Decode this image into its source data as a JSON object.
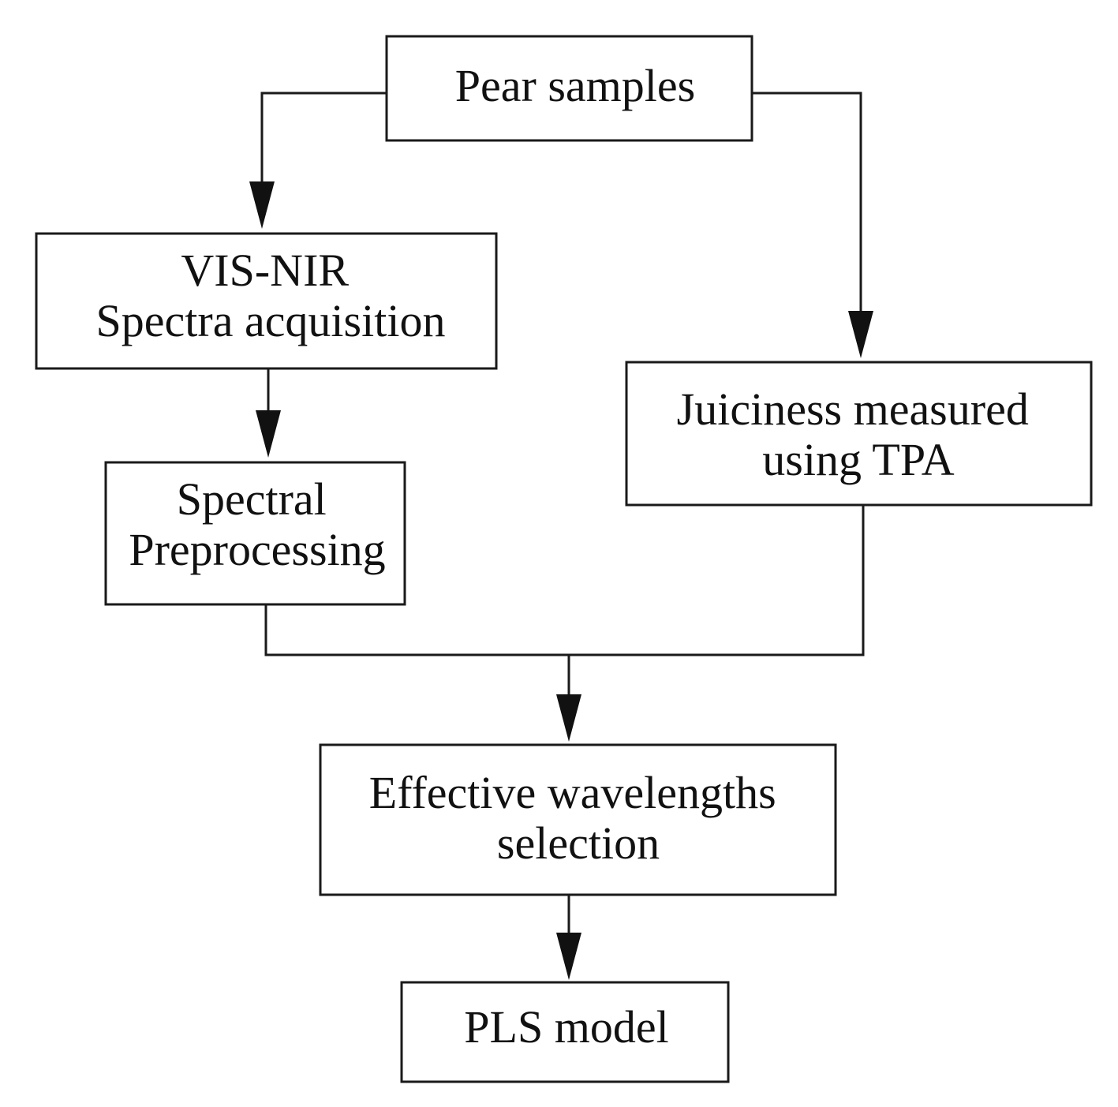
{
  "nodes": {
    "pear_samples": {
      "lines": [
        "Pear samples"
      ]
    },
    "spectra_acquisition": {
      "lines": [
        "VIS-NIR",
        "Spectra acquisition"
      ]
    },
    "spectral_preprocessing": {
      "lines": [
        "Spectral",
        "Preprocessing"
      ]
    },
    "juiciness": {
      "lines": [
        "Juiciness measured",
        "using TPA"
      ]
    },
    "wavelength_selection": {
      "lines": [
        "Effective wavelengths",
        "selection"
      ]
    },
    "pls_model": {
      "lines": [
        "PLS model"
      ]
    }
  },
  "edges": [
    {
      "from": "pear_samples",
      "to": "spectra_acquisition"
    },
    {
      "from": "pear_samples",
      "to": "juiciness"
    },
    {
      "from": "spectra_acquisition",
      "to": "spectral_preprocessing"
    },
    {
      "from": "spectral_preprocessing",
      "to": "wavelength_selection"
    },
    {
      "from": "juiciness",
      "to": "wavelength_selection"
    },
    {
      "from": "wavelength_selection",
      "to": "pls_model"
    }
  ]
}
